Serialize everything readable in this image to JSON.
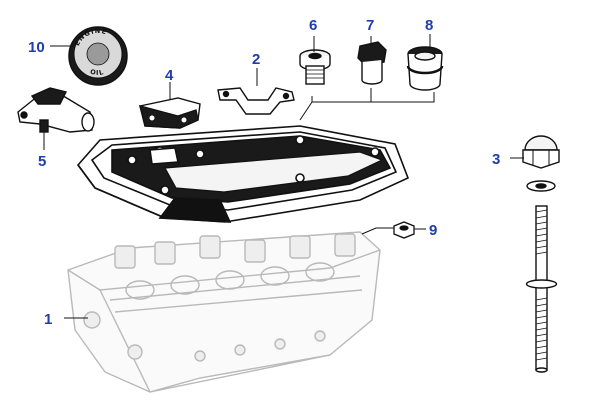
{
  "colors": {
    "callout": "#1f3ea8",
    "ink": "#111111",
    "ghost": "#b9b9b9",
    "part_fill": "#f4f4f4"
  },
  "callouts": [
    {
      "id": "1",
      "part": "cylinder-head"
    },
    {
      "id": "2",
      "part": "bracket"
    },
    {
      "id": "3",
      "part": "cap-nut"
    },
    {
      "id": "4",
      "part": "breather-cover"
    },
    {
      "id": "5",
      "part": "rocker-arm"
    },
    {
      "id": "6",
      "part": "banjo-bolt"
    },
    {
      "id": "7",
      "part": "plug"
    },
    {
      "id": "8",
      "part": "sealed-plug"
    },
    {
      "id": "9",
      "part": "hex-nut"
    },
    {
      "id": "10",
      "part": "oil-filler-cap"
    }
  ],
  "oil_cap": {
    "text_top": "ENGINE",
    "text_bottom": "OIL"
  }
}
